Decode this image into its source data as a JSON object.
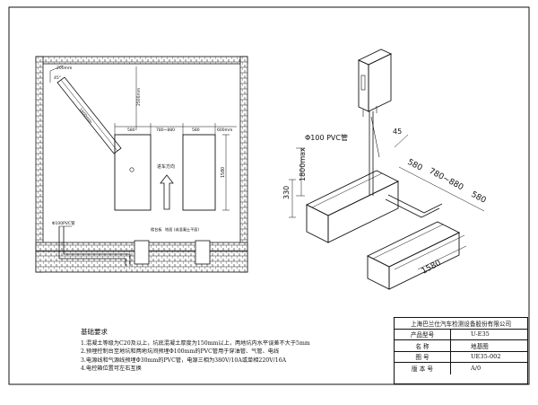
{
  "left_plan": {
    "label_200": "200mm",
    "label_angle": "45°",
    "label_slope": "1600mm",
    "label_dim_side": "2500mm",
    "dim_segments": [
      "580",
      "780~880",
      "580",
      "600mm"
    ],
    "label_1580": "1580",
    "label_direction": "进车方向",
    "label_pipe": "Φ100PVC管",
    "label_slab": "楼台板",
    "label_ground": "地面 (或混凝土平面)"
  },
  "right_iso": {
    "label_pipe": "Φ100 PVC管",
    "label_45": "45",
    "label_1800": "1800max",
    "label_330": "330",
    "label_580a": "580",
    "label_780_880": "780~880",
    "label_580b": "580",
    "label_1580": "1580"
  },
  "notes": {
    "title": "基础要求",
    "lines": [
      "1.混凝土等级为C20及以上，坑底混凝土厚度为150mm以上，两地坑内水平误差不大于5mm",
      "2.预埋控制台至地坑和两地坑间预埋Φ100mm的PVC管用于穿油管、气管、电线",
      "3.电源线和气源线预埋Φ30mm的PVC管，电源三相为380V/10A或单相220V/16A",
      "4.电控箱位置可左右互换"
    ]
  },
  "title_block": {
    "company": "上海巴兰仕汽车检测设备股份有限公司",
    "rows": [
      {
        "label": "产品型号",
        "value": "U-E35"
      },
      {
        "label": "名    称",
        "value": "地基图"
      },
      {
        "label": "图    号",
        "value": "UE35-002"
      },
      {
        "label": "版 本 号",
        "value": "A/0"
      }
    ]
  }
}
